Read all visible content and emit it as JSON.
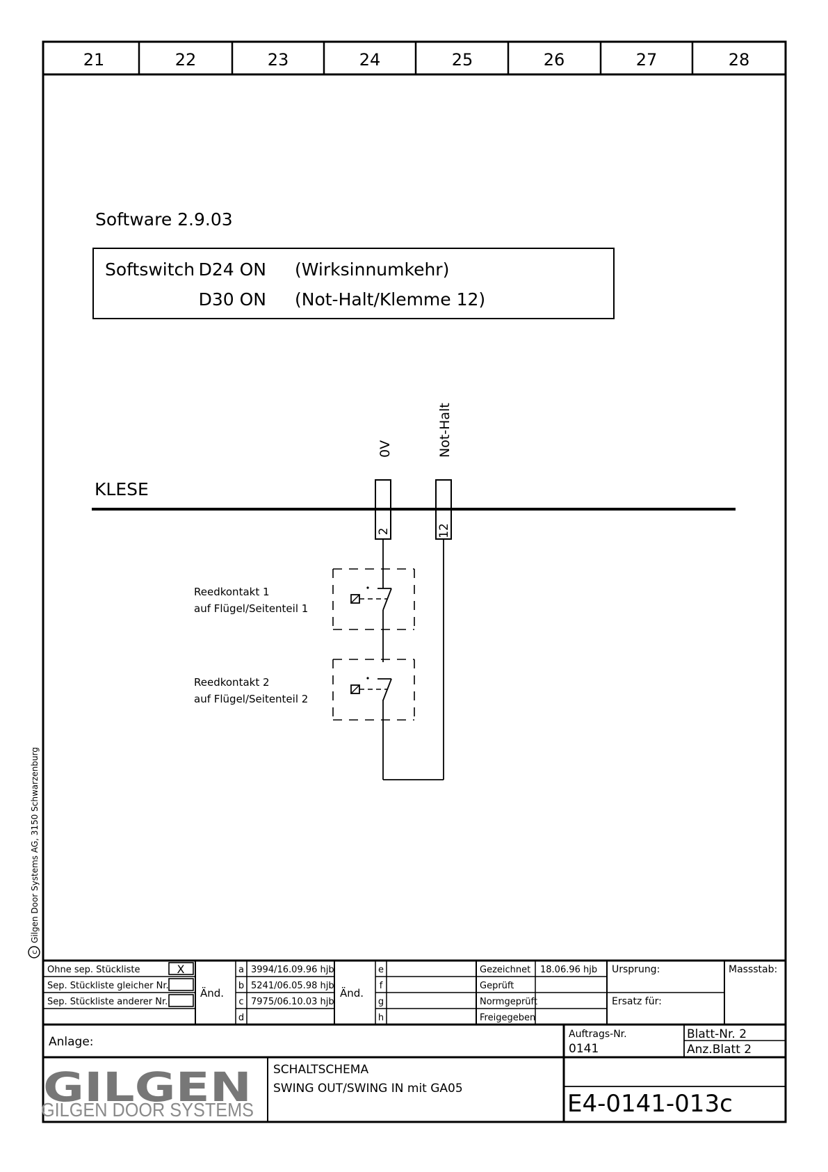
{
  "columns": [
    "21",
    "22",
    "23",
    "24",
    "25",
    "26",
    "27",
    "28"
  ],
  "software": "Software 2.9.03",
  "softswitch": {
    "label": "Softswitch",
    "rows": [
      {
        "switch": "D24 ON",
        "desc": "(Wirksinnumkehr)"
      },
      {
        "switch": "D30 ON",
        "desc": "(Not-Halt/Klemme 12)"
      }
    ]
  },
  "terminal_block": {
    "name": "KLESE",
    "terminals": [
      {
        "number": "2",
        "signal": "0V"
      },
      {
        "number": "12",
        "signal": "Not-Halt"
      }
    ]
  },
  "contacts": [
    {
      "line1": "Reedkontakt 1",
      "line2": "auf Flügel/Seitenteil 1"
    },
    {
      "line1": "Reedkontakt 2",
      "line2": "auf Flügel/Seitenteil 2"
    }
  ],
  "copyright": "Gilgen Door Systems AG, 3150 Schwarzenburg",
  "copyright_symbol": "c",
  "title_block": {
    "parts_list": [
      {
        "label": "Ohne sep. Stückliste",
        "mark": "X"
      },
      {
        "label": "Sep. Stückliste gleicher Nr.",
        "mark": ""
      },
      {
        "label": "Sep. Stückliste anderer Nr.",
        "mark": ""
      }
    ],
    "aend_label": "Änd.",
    "revisions_left": [
      {
        "letter": "a",
        "text": "3994/16.09.96 hjb"
      },
      {
        "letter": "b",
        "text": "5241/06.05.98 hjb"
      },
      {
        "letter": "c",
        "text": "7975/06.10.03 hjb"
      },
      {
        "letter": "d",
        "text": ""
      }
    ],
    "revisions_right": [
      {
        "letter": "e",
        "text": ""
      },
      {
        "letter": "f",
        "text": ""
      },
      {
        "letter": "g",
        "text": ""
      },
      {
        "letter": "h",
        "text": ""
      }
    ],
    "approvals": [
      {
        "label": "Gezeichnet",
        "value": "18.06.96 hjb"
      },
      {
        "label": "Geprüft",
        "value": ""
      },
      {
        "label": "Normgeprüft",
        "value": ""
      },
      {
        "label": "Freigegeben",
        "value": ""
      }
    ],
    "ursprung_label": "Ursprung:",
    "ersatz_label": "Ersatz für:",
    "massstab_label": "Massstab:",
    "anlage_label": "Anlage:",
    "auftrag_label": "Auftrags-Nr.",
    "auftrag_value": "0141",
    "blatt_nr": "Blatt-Nr. 2",
    "anz_blatt": "Anz.Blatt 2",
    "company_name": "GILGEN DOOR SYSTEMS",
    "logo_word": "GILGEN",
    "drawing_title": "SCHALTSCHEMA",
    "drawing_subtitle": "SWING OUT/SWING IN mit GA05",
    "drawing_number": "E4-0141-013c"
  }
}
